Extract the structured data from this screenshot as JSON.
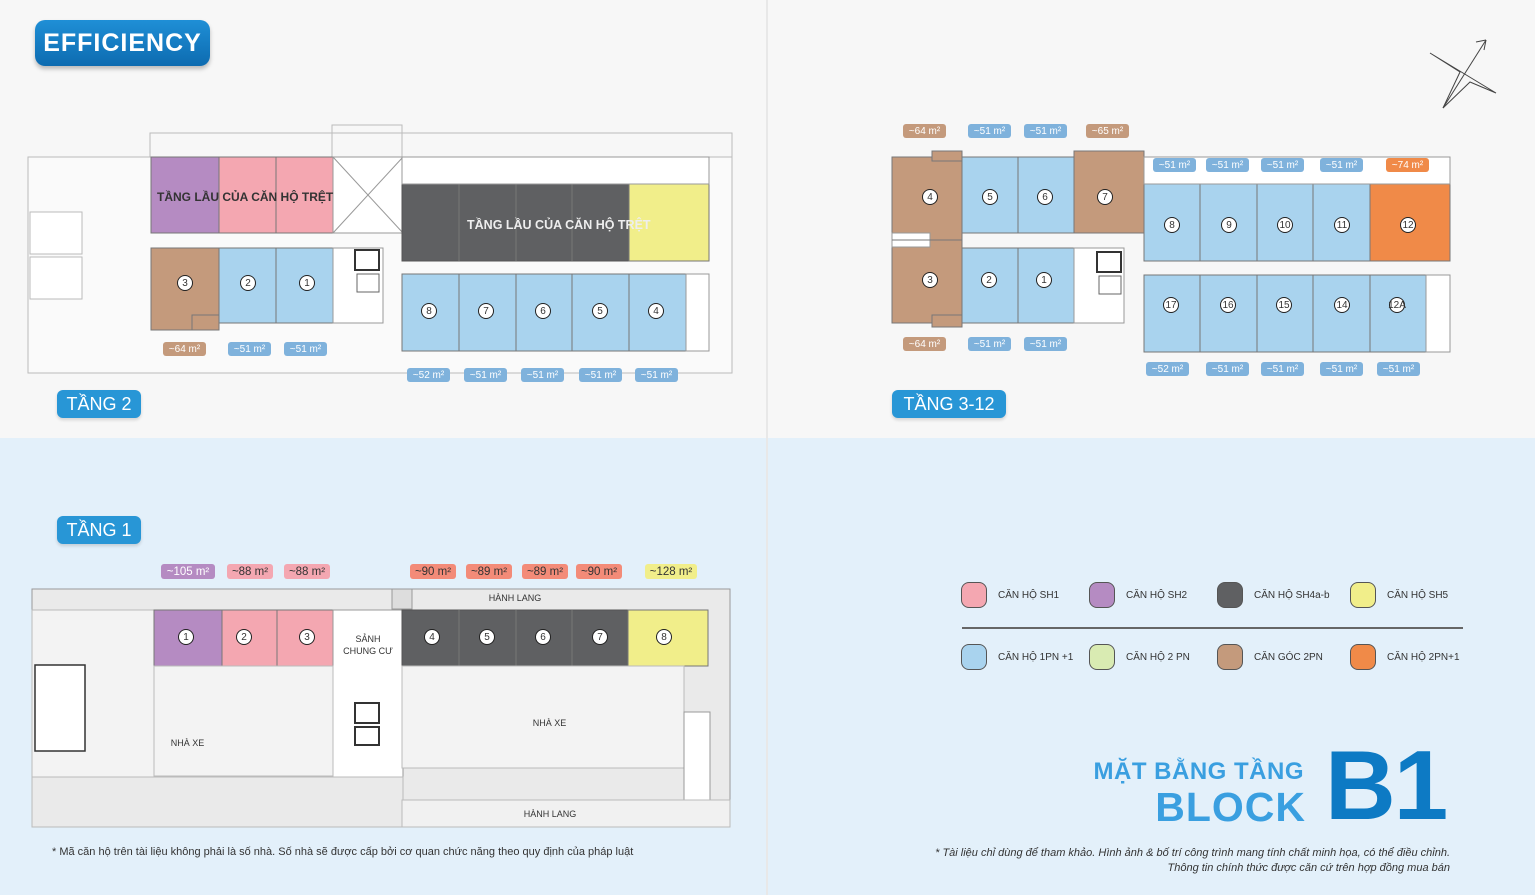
{
  "badge": "EFFICIENCY",
  "floor_labels": {
    "floor2": "TẦNG 2",
    "floor3_12": "TẦNG 3-12",
    "floor1": "TẦNG 1"
  },
  "floor2": {
    "label_left": "TẦNG LẦU CỦA CĂN HỘ TRỆT",
    "label_right": "TẦNG LẦU CỦA CĂN HỘ TRỆT",
    "units": [
      "3",
      "2",
      "1",
      "8",
      "7",
      "6",
      "5",
      "4"
    ],
    "areas_top": [
      "~64 m²",
      "~51 m²",
      "~51 m²"
    ],
    "areas_bottom": [
      "~52 m²",
      "~51 m²",
      "~51 m²",
      "~51 m²",
      "~51 m²"
    ]
  },
  "floor3_12": {
    "units": [
      "4",
      "5",
      "6",
      "7",
      "8",
      "9",
      "10",
      "11",
      "12",
      "3",
      "2",
      "1",
      "17",
      "16",
      "15",
      "14",
      "12A"
    ],
    "areas_top_row1": [
      "~64 m²",
      "~51 m²",
      "~51 m²",
      "~65 m²"
    ],
    "areas_top_row2": [
      "~51 m²",
      "~51 m²",
      "~51 m²",
      "~51 m²",
      "~74 m²"
    ],
    "areas_mid": [
      "~64 m²",
      "~51 m²",
      "~51 m²"
    ],
    "areas_bottom": [
      "~52 m²",
      "~51 m²",
      "~51 m²",
      "~51 m²",
      "~51 m²"
    ]
  },
  "floor1": {
    "areas_top": [
      "~105 m²",
      "~88 m²",
      "~88 m²",
      "~90 m²",
      "~89 m²",
      "~89 m²",
      "~90 m²",
      "~128 m²"
    ],
    "units": [
      "1",
      "2",
      "3",
      "4",
      "5",
      "6",
      "7",
      "8"
    ],
    "lobby_line1": "SẢNH",
    "lobby_line2": "CHUNG CƯ",
    "corridor_top": "HÀNH LANG",
    "corridor_bottom": "HÀNH LANG",
    "parking_left": "NHÀ XE",
    "parking_right": "NHÀ XE"
  },
  "legend": [
    {
      "label": "CĂN HỘ SH1",
      "color": "#f4a7b1"
    },
    {
      "label": "CĂN HỘ SH2",
      "color": "#b58bc2"
    },
    {
      "label": "CĂN HỘ SH4a-b",
      "color": "#5f6062"
    },
    {
      "label": "CĂN HỘ SH5",
      "color": "#f1ee8a"
    },
    {
      "label": "CĂN HỘ 1PN +1",
      "color": "#a9d3ee"
    },
    {
      "label": "CĂN HỘ 2 PN",
      "color": "#d9ebb2"
    },
    {
      "label": "CĂN GÓC 2PN",
      "color": "#c49a7c"
    },
    {
      "label": "CĂN HỘ 2PN+1",
      "color": "#f08a48"
    }
  ],
  "title": {
    "line1": "MẶT BẰNG TẦNG",
    "line2": "BLOCK",
    "block": "B1"
  },
  "footnote_left": "* Mã căn hộ trên tài liệu không phải là số nhà. Số nhà sẽ được cấp bởi cơ quan chức năng theo quy định của pháp luật",
  "footnote_right_1": "* Tài liệu chỉ dùng để tham khảo. Hình ảnh & bố trí công trình mang tính chất minh họa, có thể điều chỉnh.",
  "footnote_right_2": "Thông tin chính thức được căn cứ trên hợp đồng mua bán",
  "icons": {
    "compass": "compass-icon"
  }
}
